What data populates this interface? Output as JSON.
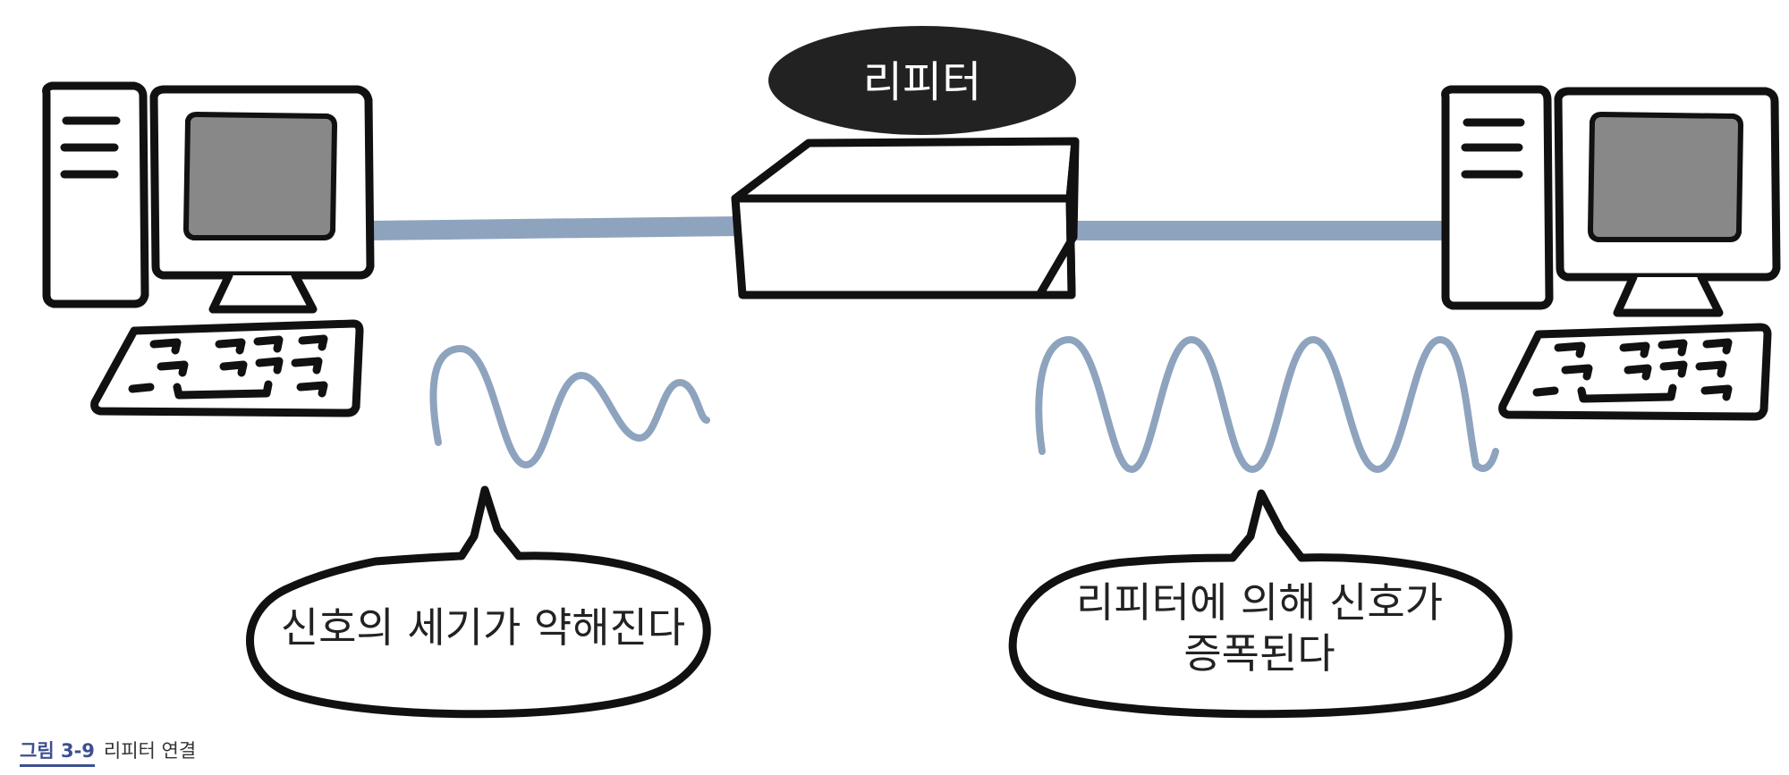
{
  "diagram": {
    "repeater_label": "리피터",
    "left_bubble_lines": [
      "신호의 세기가 약해진다"
    ],
    "right_bubble_lines": [
      "리피터에 의해 신호가",
      "증폭된다"
    ],
    "cable_color": "#8ea3be",
    "screen_color": "#888888",
    "badge_color": "#222222"
  },
  "caption": {
    "number": "그림 3-9",
    "title": "리피터 연결"
  }
}
